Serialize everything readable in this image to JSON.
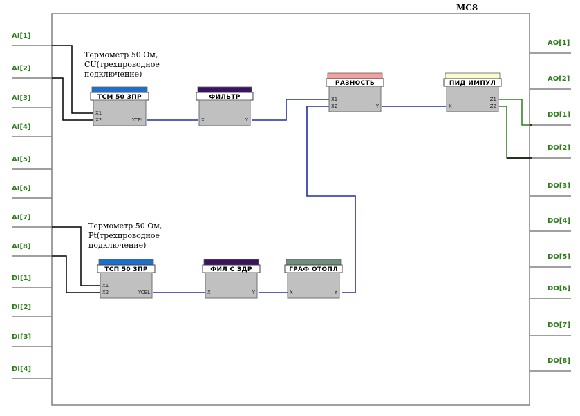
{
  "title": "MC8",
  "left_pins": [
    "AI[1]",
    "AI[2]",
    "AI[3]",
    "AI[4]",
    "AI[5]",
    "AI[6]",
    "AI[7]",
    "AI[8]",
    "DI[1]",
    "DI[2]",
    "DI[3]",
    "DI[4]"
  ],
  "right_pins": [
    "AO[1]",
    "AO[2]",
    "DO[1]",
    "DO[2]",
    "DO[3]",
    "DO[4]",
    "DO[5]",
    "DO[6]",
    "DO[7]",
    "DO[8]"
  ],
  "comments": [
    {
      "lines": [
        "Термометр 50 Ом,",
        "CU(трехпроводное",
        "подключение)"
      ]
    },
    {
      "lines": [
        "Термометр 50 Ом,",
        "Pt(трехпроводное",
        "подключение)"
      ]
    }
  ],
  "blocks": [
    {
      "id": "tsm",
      "label": "ТСМ 50 3ПР",
      "color": "#1a6fd0",
      "inputs": [
        "X1",
        "X2"
      ],
      "outputs": [
        "YCEL"
      ]
    },
    {
      "id": "filtr",
      "label": "ФИЛЬТР",
      "color": "#3a1460",
      "inputs": [
        "X"
      ],
      "outputs": [
        "Y"
      ]
    },
    {
      "id": "razn",
      "label": "РАЗНОСТЬ",
      "color": "#f2a0a0",
      "inputs": [
        "X1",
        "X2"
      ],
      "outputs": [
        "Y"
      ]
    },
    {
      "id": "pid",
      "label": "ПИД ИМПУЛ",
      "color": "#fafad0",
      "inputs": [
        "X"
      ],
      "outputs": [
        "Z1",
        "Z2"
      ]
    },
    {
      "id": "tsp",
      "label": "ТСП 50 3ПР",
      "color": "#1a6fd0",
      "inputs": [
        "X1",
        "X2"
      ],
      "outputs": [
        "YCEL"
      ]
    },
    {
      "id": "filz",
      "label": "ФИЛ С ЗДР",
      "color": "#3a1460",
      "inputs": [
        "X"
      ],
      "outputs": [
        "Y"
      ]
    },
    {
      "id": "graf",
      "label": "ГРАФ ОТОПЛ",
      "color": "#6f8f7a",
      "inputs": [
        "X"
      ],
      "outputs": [
        "Y"
      ]
    }
  ],
  "colors": {
    "wire_signal": "#1f2fa8",
    "wire_pin": "#000000",
    "wire_output": "#2e7d1b",
    "pin_label": "#2e7d1b",
    "block_body": "#c0c0c0"
  }
}
